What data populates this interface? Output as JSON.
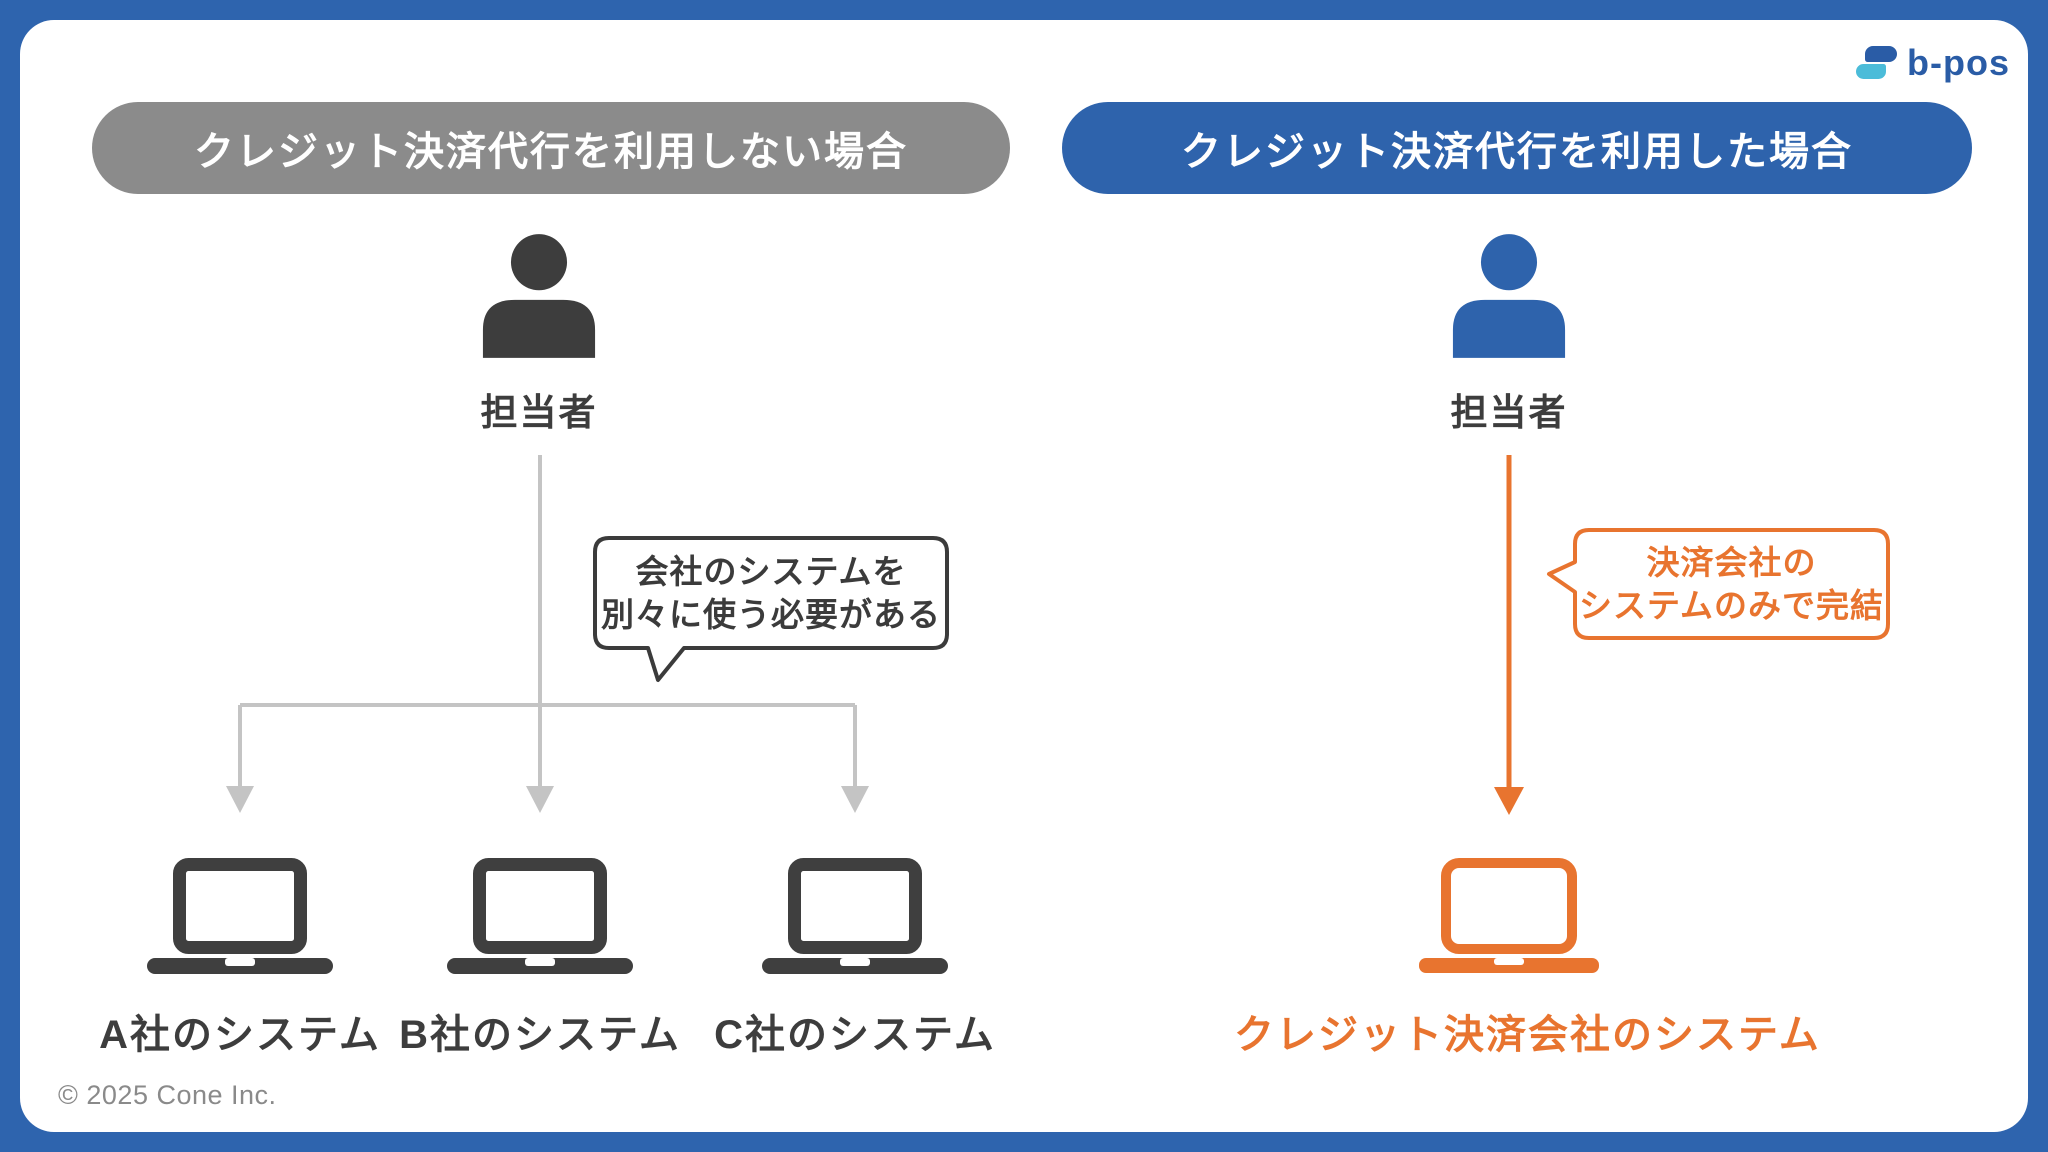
{
  "logo": {
    "name": "b-pos"
  },
  "left": {
    "header": "クレジット決済代行を利用しない場合",
    "person": "担当者",
    "bubble": {
      "line1": "会社のシステムを",
      "line2": "別々に使う必要がある"
    },
    "systems": [
      "A社のシステム",
      "B社のシステム",
      "C社のシステム"
    ]
  },
  "right": {
    "header": "クレジット決済代行を利用した場合",
    "person": "担当者",
    "bubble": {
      "line1": "決済会社の",
      "line2": "システムのみで完結"
    },
    "system": "クレジット決済会社のシステム"
  },
  "footer": "© 2025 Cone Inc.",
  "colors": {
    "frame_blue": "#2e64ae",
    "accent_blue": "#2e63ac",
    "header_gray": "#8b8b8b",
    "dark_gray": "#3d3d3d",
    "arrow_gray": "#c4c4c4",
    "accent_orange": "#e8742f",
    "logo_cyan": "#4bbcd9",
    "footer_gray": "#8a8a8a"
  }
}
